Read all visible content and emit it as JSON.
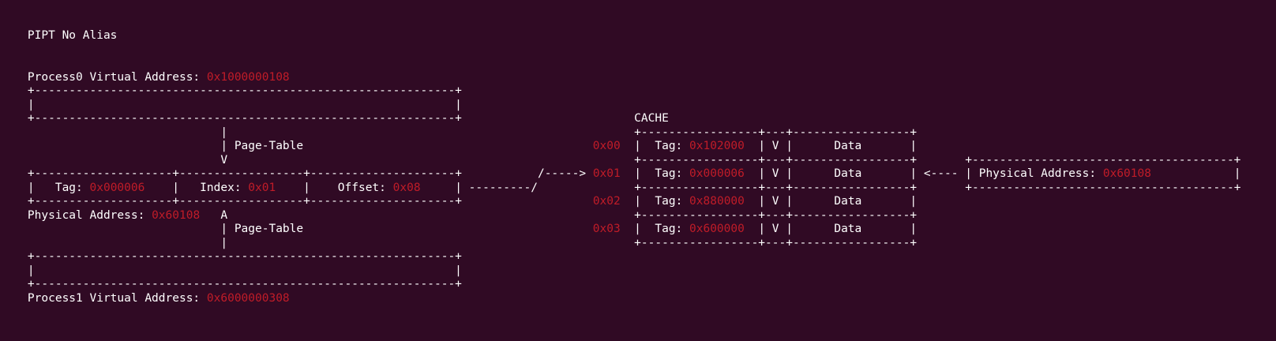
{
  "terminal": {
    "colors": {
      "background": "#300a24",
      "foreground": "#ffffff",
      "value_red": "#c01c28"
    },
    "semantics": {
      "title": "PIPT No Alias",
      "process0_virtual_address": {
        "label": "Process0 Virtual Address:",
        "value": "0x1000000108"
      },
      "process1_virtual_address": {
        "label": "Process1 Virtual Address:",
        "value": "0x6000000308"
      },
      "page_table_label_top": "Page-Table",
      "page_table_label_bottom": "Page-Table",
      "address_breakdown": {
        "tag": {
          "label": "Tag:",
          "value": "0x000006"
        },
        "index": {
          "label": "Index:",
          "value": "0x01"
        },
        "offset": {
          "label": "Offset:",
          "value": "0x08"
        }
      },
      "physical_address_left": {
        "label": "Physical Address:",
        "value": "0x60108"
      },
      "cache": {
        "title": "CACHE",
        "columns": [
          "Tag",
          "V",
          "Data"
        ],
        "rows": [
          {
            "index": "0x00",
            "tag": "0x102000",
            "valid": "V",
            "data": "Data"
          },
          {
            "index": "0x01",
            "tag": "0x000006",
            "valid": "V",
            "data": "Data"
          },
          {
            "index": "0x02",
            "tag": "0x880000",
            "valid": "V",
            "data": "Data"
          },
          {
            "index": "0x03",
            "tag": "0x600000",
            "valid": "V",
            "data": "Data"
          }
        ],
        "arrow_in_target_index": "0x01"
      },
      "physical_address_box": {
        "label": "Physical Address:",
        "value": "0x60108"
      }
    },
    "grid": [
      [],
      [],
      [
        {
          "rep": " ",
          "n": 4
        },
        {
          "t": "PIPT No Alias"
        }
      ],
      [],
      [],
      [
        {
          "rep": " ",
          "n": 4
        },
        {
          "t": "Process0 Virtual Address: "
        },
        {
          "t": "0x1000000108",
          "c": "red"
        }
      ],
      [
        {
          "rep": " ",
          "n": 4
        },
        {
          "t": "+"
        },
        {
          "rep": "-",
          "n": 61
        },
        {
          "t": "+"
        }
      ],
      [
        {
          "rep": " ",
          "n": 4
        },
        {
          "t": "|"
        },
        {
          "rep": " ",
          "n": 61
        },
        {
          "t": "|"
        }
      ],
      [
        {
          "rep": " ",
          "n": 4
        },
        {
          "t": "+"
        },
        {
          "rep": "-",
          "n": 61
        },
        {
          "t": "+"
        },
        {
          "rep": " ",
          "n": 25
        },
        {
          "t": "CACHE"
        }
      ],
      [
        {
          "rep": " ",
          "n": 32
        },
        {
          "t": "|"
        },
        {
          "rep": " ",
          "n": 59
        },
        {
          "t": "+"
        },
        {
          "rep": "-",
          "n": 17
        },
        {
          "t": "+---+"
        },
        {
          "rep": "-",
          "n": 17
        },
        {
          "t": "+"
        }
      ],
      [
        {
          "rep": " ",
          "n": 32
        },
        {
          "t": "| Page-Table"
        },
        {
          "rep": " ",
          "n": 42
        },
        {
          "t": "0x00",
          "c": "red"
        },
        {
          "rep": " ",
          "n": 2
        },
        {
          "t": "|  Tag: "
        },
        {
          "t": "0x102000",
          "c": "red"
        },
        {
          "t": "  | V |      Data       |"
        }
      ],
      [
        {
          "rep": " ",
          "n": 32
        },
        {
          "t": "V"
        },
        {
          "rep": " ",
          "n": 59
        },
        {
          "t": "+"
        },
        {
          "rep": "-",
          "n": 17
        },
        {
          "t": "+---+"
        },
        {
          "rep": "-",
          "n": 17
        },
        {
          "t": "+"
        },
        {
          "rep": " ",
          "n": 7
        },
        {
          "t": "+"
        },
        {
          "rep": "-",
          "n": 38
        },
        {
          "t": "+"
        }
      ],
      [
        {
          "rep": " ",
          "n": 4
        },
        {
          "t": "+"
        },
        {
          "rep": "-",
          "n": 20
        },
        {
          "t": "+"
        },
        {
          "rep": "-",
          "n": 18
        },
        {
          "t": "+"
        },
        {
          "rep": "-",
          "n": 21
        },
        {
          "t": "+"
        },
        {
          "rep": " ",
          "n": 11
        },
        {
          "t": "/-----> "
        },
        {
          "t": "0x01",
          "c": "red"
        },
        {
          "rep": " ",
          "n": 2
        },
        {
          "t": "|  Tag: "
        },
        {
          "t": "0x000006",
          "c": "red"
        },
        {
          "t": "  | V |      Data       |"
        },
        {
          "t": " <---- "
        },
        {
          "t": "| Physical Address: "
        },
        {
          "t": "0x60108",
          "c": "red"
        },
        {
          "rep": " ",
          "n": 12
        },
        {
          "t": "|"
        }
      ],
      [
        {
          "rep": " ",
          "n": 4
        },
        {
          "t": "|   Tag: "
        },
        {
          "t": "0x000006",
          "c": "red"
        },
        {
          "t": "    |   Index: "
        },
        {
          "t": "0x01",
          "c": "red"
        },
        {
          "t": "    |    Offset: "
        },
        {
          "t": "0x08",
          "c": "red"
        },
        {
          "t": "     | "
        },
        {
          "rep": "-",
          "n": 9
        },
        {
          "t": "/"
        },
        {
          "rep": " ",
          "n": 14
        },
        {
          "t": "+"
        },
        {
          "rep": "-",
          "n": 17
        },
        {
          "t": "+---+"
        },
        {
          "rep": "-",
          "n": 17
        },
        {
          "t": "+"
        },
        {
          "rep": " ",
          "n": 7
        },
        {
          "t": "+"
        },
        {
          "rep": "-",
          "n": 38
        },
        {
          "t": "+"
        }
      ],
      [
        {
          "rep": " ",
          "n": 4
        },
        {
          "t": "+"
        },
        {
          "rep": "-",
          "n": 20
        },
        {
          "t": "+"
        },
        {
          "rep": "-",
          "n": 18
        },
        {
          "t": "+"
        },
        {
          "rep": "-",
          "n": 21
        },
        {
          "t": "+"
        },
        {
          "rep": " ",
          "n": 19
        },
        {
          "t": "0x02",
          "c": "red"
        },
        {
          "rep": " ",
          "n": 2
        },
        {
          "t": "|  Tag: "
        },
        {
          "t": "0x880000",
          "c": "red"
        },
        {
          "t": "  | V |      Data       |"
        }
      ],
      [
        {
          "rep": " ",
          "n": 4
        },
        {
          "t": "Physical Address: "
        },
        {
          "t": "0x60108",
          "c": "red"
        },
        {
          "t": "   A"
        },
        {
          "rep": " ",
          "n": 59
        },
        {
          "t": "+"
        },
        {
          "rep": "-",
          "n": 17
        },
        {
          "t": "+---+"
        },
        {
          "rep": "-",
          "n": 17
        },
        {
          "t": "+"
        }
      ],
      [
        {
          "rep": " ",
          "n": 32
        },
        {
          "t": "| Page-Table"
        },
        {
          "rep": " ",
          "n": 42
        },
        {
          "t": "0x03",
          "c": "red"
        },
        {
          "rep": " ",
          "n": 2
        },
        {
          "t": "|  Tag: "
        },
        {
          "t": "0x600000",
          "c": "red"
        },
        {
          "t": "  | V |      Data       |"
        }
      ],
      [
        {
          "rep": " ",
          "n": 32
        },
        {
          "t": "|"
        },
        {
          "rep": " ",
          "n": 59
        },
        {
          "t": "+"
        },
        {
          "rep": "-",
          "n": 17
        },
        {
          "t": "+---+"
        },
        {
          "rep": "-",
          "n": 17
        },
        {
          "t": "+"
        }
      ],
      [
        {
          "rep": " ",
          "n": 4
        },
        {
          "t": "+"
        },
        {
          "rep": "-",
          "n": 61
        },
        {
          "t": "+"
        }
      ],
      [
        {
          "rep": " ",
          "n": 4
        },
        {
          "t": "|"
        },
        {
          "rep": " ",
          "n": 61
        },
        {
          "t": "|"
        }
      ],
      [
        {
          "rep": " ",
          "n": 4
        },
        {
          "t": "+"
        },
        {
          "rep": "-",
          "n": 61
        },
        {
          "t": "+"
        }
      ],
      [
        {
          "rep": " ",
          "n": 4
        },
        {
          "t": "Process1 Virtual Address: "
        },
        {
          "t": "0x6000000308",
          "c": "red"
        }
      ],
      [],
      []
    ]
  }
}
